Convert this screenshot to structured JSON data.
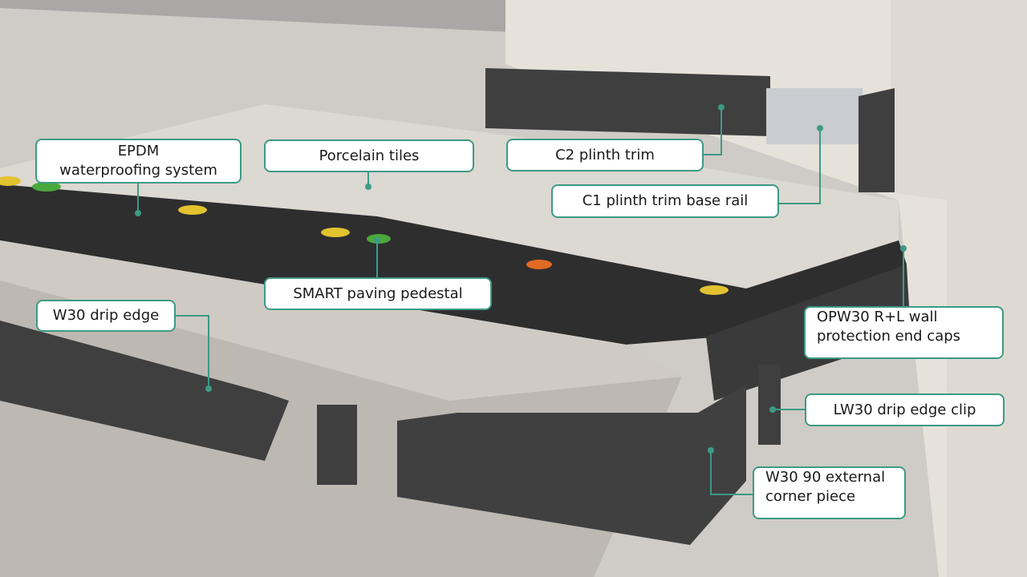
{
  "labels": {
    "epdm_line1": "EPDM",
    "epdm_line2": "waterproofing system",
    "porcelain": "Porcelain tiles",
    "c2": "C2 plinth trim",
    "c1": "C1 plinth trim base rail",
    "smart": "SMART paving pedestal",
    "w30": "W30 drip edge",
    "opw30_line1": "OPW30 R+L wall",
    "opw30_line2": "protection end caps",
    "lw30": "LW30 drip edge clip",
    "w30_90_line1": "W30 90 external",
    "w30_90_line2": "corner piece"
  },
  "colors": {
    "accent": "#3d9a85",
    "membrane": "#2e2e2f",
    "metal": "#3f3f40",
    "wall": "#e6e2da",
    "tile": "#dcd8d2",
    "concrete": "#bdb8b1"
  }
}
